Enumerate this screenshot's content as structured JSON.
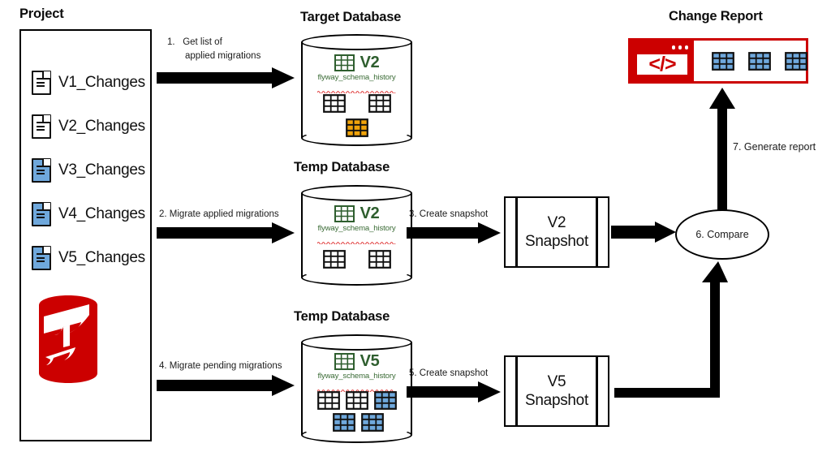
{
  "diagram": {
    "title": "Flyway migration comparison workflow",
    "colors": {
      "flyway_red": "#cc0000",
      "schema_green": "#2e5e2e",
      "table_blue": "#6fa8dc",
      "table_orange": "#f0a30a",
      "outline_black": "#000000"
    }
  },
  "project": {
    "heading": "Project",
    "files": [
      {
        "label": "V1_Changes",
        "icon": "document-icon",
        "state": "applied",
        "color": "white"
      },
      {
        "label": "V2_Changes",
        "icon": "document-icon",
        "state": "applied",
        "color": "white"
      },
      {
        "label": "V3_Changes",
        "icon": "document-icon",
        "state": "pending",
        "color": "blue"
      },
      {
        "label": "V4_Changes",
        "icon": "document-icon",
        "state": "pending",
        "color": "blue"
      },
      {
        "label": "V5_Changes",
        "icon": "document-icon",
        "state": "pending",
        "color": "blue"
      }
    ],
    "logo": {
      "name": "flyway-logo",
      "alt": "Flyway"
    }
  },
  "databases": {
    "target": {
      "heading": "Target Database",
      "version": "V2",
      "schema_table": "flyway_schema_history",
      "tables": [
        {
          "color": "black"
        },
        {
          "color": "black"
        },
        {
          "color": "orange"
        }
      ]
    },
    "temp_applied": {
      "heading": "Temp Database",
      "version": "V2",
      "schema_table": "flyway_schema_history",
      "tables": [
        {
          "color": "black"
        },
        {
          "color": "black"
        }
      ]
    },
    "temp_pending": {
      "heading": "Temp Database",
      "version": "V5",
      "schema_table": "flyway_schema_history",
      "tables": [
        {
          "color": "black"
        },
        {
          "color": "black"
        },
        {
          "color": "blue"
        },
        {
          "color": "blue"
        },
        {
          "color": "blue"
        }
      ]
    }
  },
  "snapshots": {
    "v2": {
      "line1": "V2",
      "line2": "Snapshot"
    },
    "v5": {
      "line1": "V5",
      "line2": "Snapshot"
    }
  },
  "compare": {
    "label": "6. Compare"
  },
  "report": {
    "heading": "Change Report",
    "code_glyph": "</>",
    "tables": [
      {
        "color": "blue"
      },
      {
        "color": "blue"
      },
      {
        "color": "blue"
      }
    ]
  },
  "steps": {
    "step1_num": "1.",
    "step1_line1": "Get list of",
    "step1_line2": "applied migrations",
    "step2": "2. Migrate applied migrations",
    "step3": "3. Create snapshot",
    "step4": "4. Migrate pending migrations",
    "step5": "5. Create snapshot",
    "step7": "7. Generate report"
  }
}
